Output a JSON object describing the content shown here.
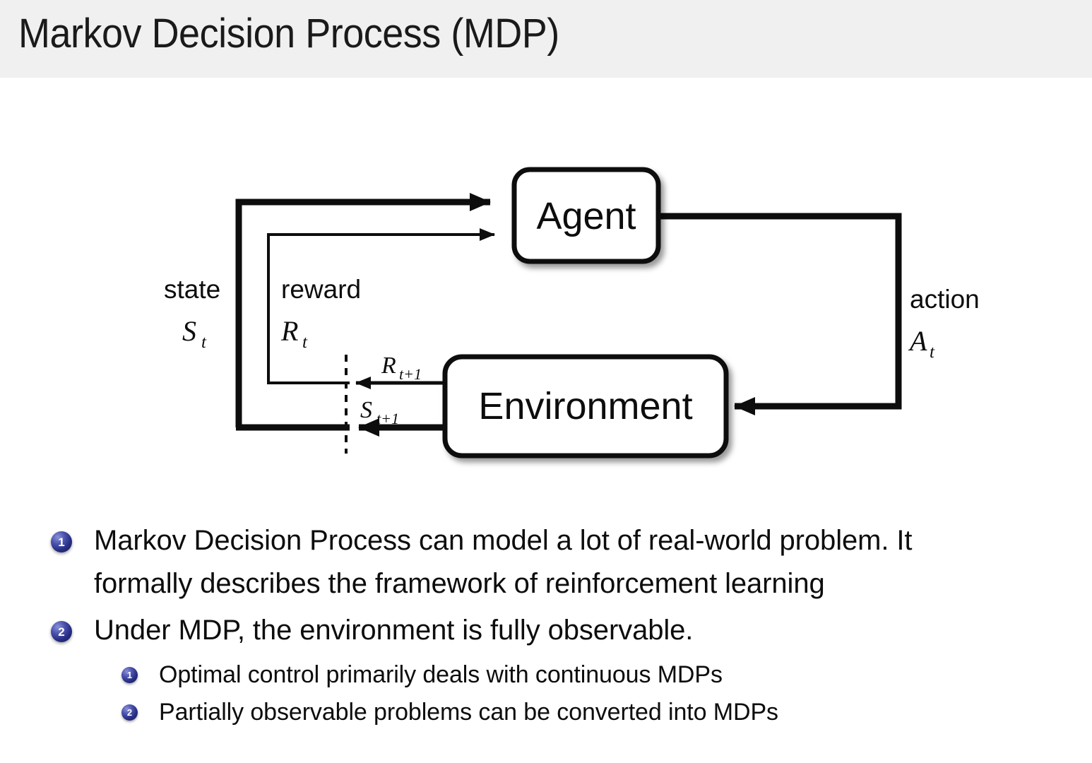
{
  "slide": {
    "title": "Markov Decision Process (MDP)"
  },
  "diagram": {
    "name": "agent-environment-interaction-loop",
    "agent_box_label": "Agent",
    "environment_box_label": "Environment",
    "labels": {
      "state_word": "state",
      "state_symbol": "S",
      "state_subscript": "t",
      "reward_word": "reward",
      "reward_symbol": "R",
      "reward_subscript": "t",
      "action_word": "action",
      "action_symbol": "A",
      "action_subscript": "t",
      "next_reward_symbol": "R",
      "next_reward_subscript": "t+1",
      "next_state_symbol": "S",
      "next_state_subscript": "t+1"
    },
    "colors": {
      "stroke": "#0d0d0d",
      "box_fill": "#ffffff",
      "shadow": "rgba(0,0,0,0.35)"
    }
  },
  "bullets": [
    {
      "number": "1",
      "level": 1,
      "line1": "Markov Decision Process can model a lot of real-world problem. It",
      "line2": "formally describes the framework of reinforcement learning"
    },
    {
      "number": "2",
      "level": 1,
      "line1": "Under MDP, the environment is fully observable.",
      "line2": ""
    },
    {
      "number": "1",
      "level": 2,
      "text": "Optimal control primarily deals with continuous MDPs"
    },
    {
      "number": "2",
      "level": 2,
      "text": "Partially observable problems can be converted into MDPs"
    }
  ],
  "theme": {
    "header_background": "#f0f0f0",
    "page_background": "#ffffff",
    "bullet_marker_color": "#272e84",
    "text_color": "#0d0d0d"
  }
}
